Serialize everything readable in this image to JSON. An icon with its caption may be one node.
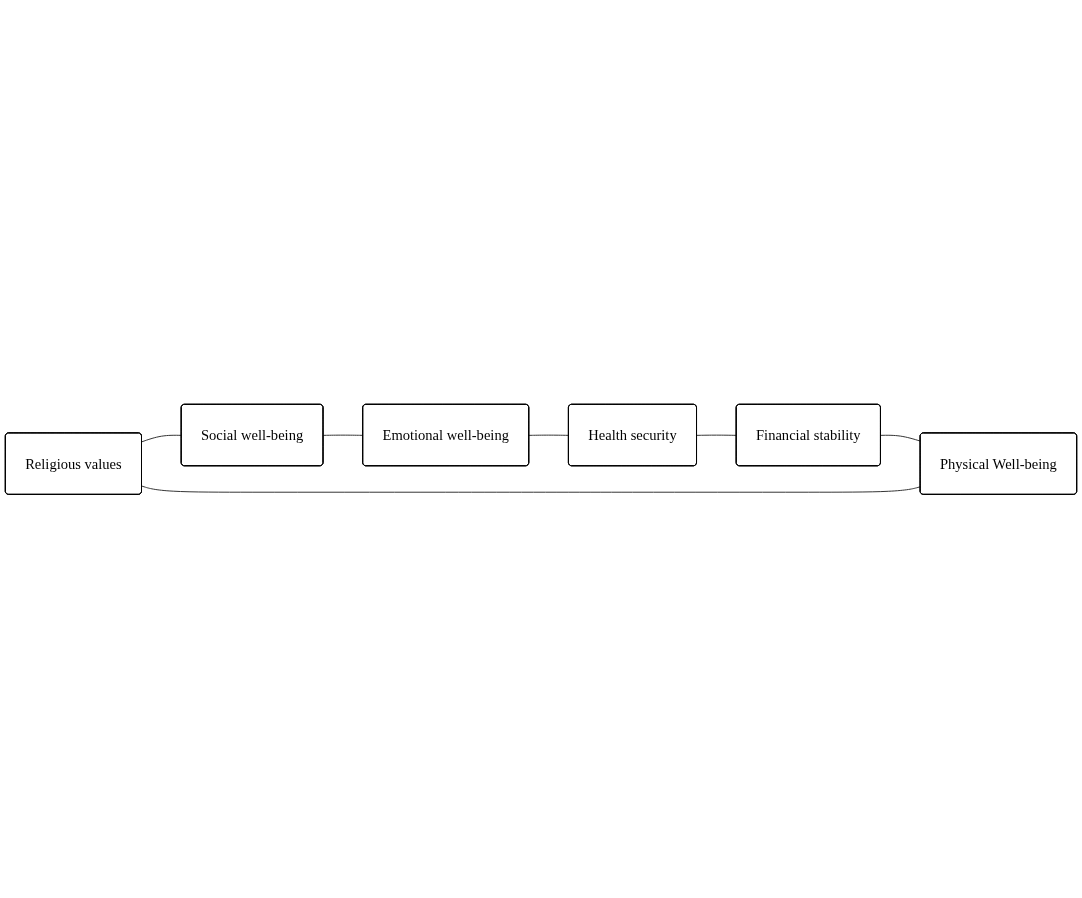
{
  "diagram": {
    "nodes": [
      {
        "text": [
          "Religious values"
        ]
      },
      {
        "text": [
          "Social well-being"
        ]
      },
      {
        "text": [
          "Emotional well-being"
        ]
      },
      {
        "text": [
          "Health security"
        ]
      },
      {
        "text": [
          "Financial stability"
        ]
      },
      {
        "text": [
          "Physical Well-being"
        ]
      }
    ],
    "edges": [
      {
        "from": 0,
        "to": 1,
        "arrow": "none"
      },
      {
        "from": 1,
        "to": 2,
        "arrow": "none"
      },
      {
        "from": 2,
        "to": 3,
        "arrow": "none"
      },
      {
        "from": 3,
        "to": 4,
        "arrow": "none"
      },
      {
        "from": 4,
        "to": 5,
        "arrow": "none"
      },
      {
        "from": 5,
        "to": 0,
        "arrow": "none"
      }
    ]
  }
}
